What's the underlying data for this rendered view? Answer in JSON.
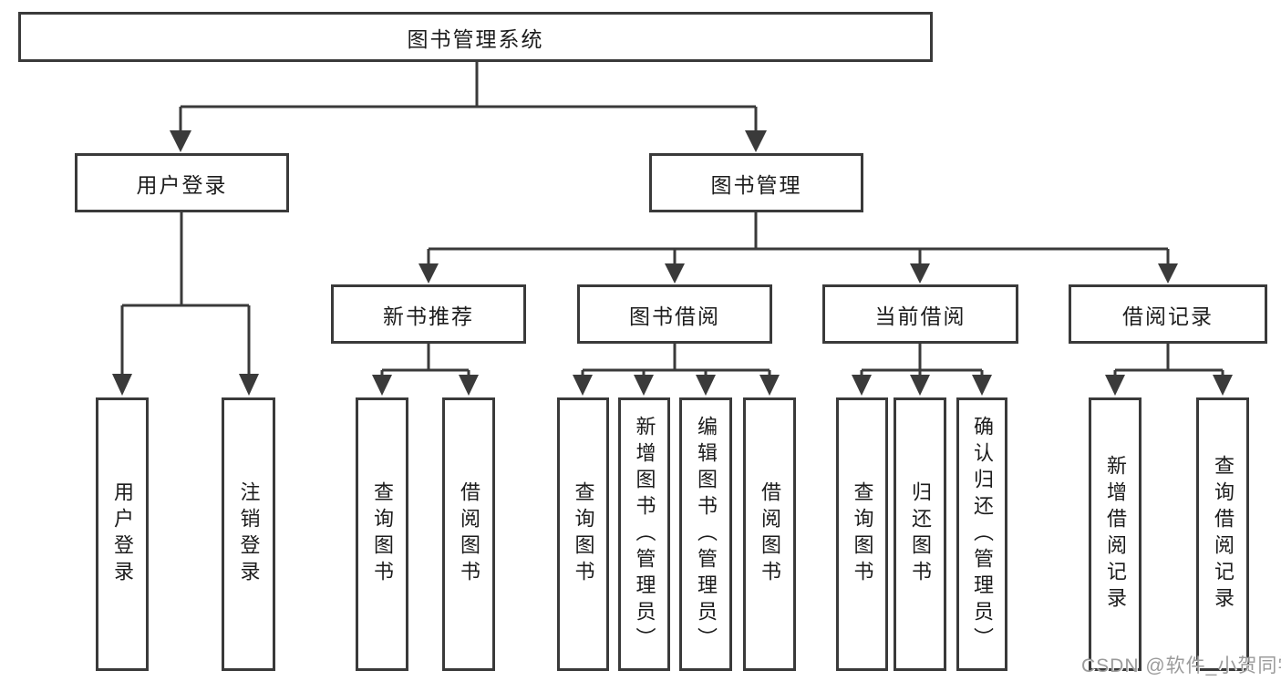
{
  "nodes": {
    "root": "图书管理系统",
    "user_login": "用户登录",
    "book_management": "图书管理",
    "new_book_recommend": "新书推荐",
    "book_borrowing": "图书借阅",
    "current_borrowing": "当前借阅",
    "borrowing_records": "借阅记录",
    "leaf_user_login": "用户登录",
    "leaf_logout": "注销登录",
    "leaf_nb_query_books": "查询图书",
    "leaf_nb_borrow_books": "借阅图书",
    "leaf_bb_query_books": "查询图书",
    "leaf_bb_add_books": "新增图书（管理员）",
    "leaf_bb_edit_books": "编辑图书（管理员）",
    "leaf_bb_borrow_books": "借阅图书",
    "leaf_cb_query_books": "查询图书",
    "leaf_cb_return_books": "归还图书",
    "leaf_cb_confirm_return": "确认归还（管理员）",
    "leaf_br_add_record": "新增借阅记录",
    "leaf_br_query_record": "查询借阅记录"
  },
  "watermark": "CSDN @软件_小贺同学",
  "colors": {
    "line": "#3a3a3a",
    "text": "#1c1c1c",
    "background": "#ffffff",
    "watermark": "#9b9b9b"
  }
}
